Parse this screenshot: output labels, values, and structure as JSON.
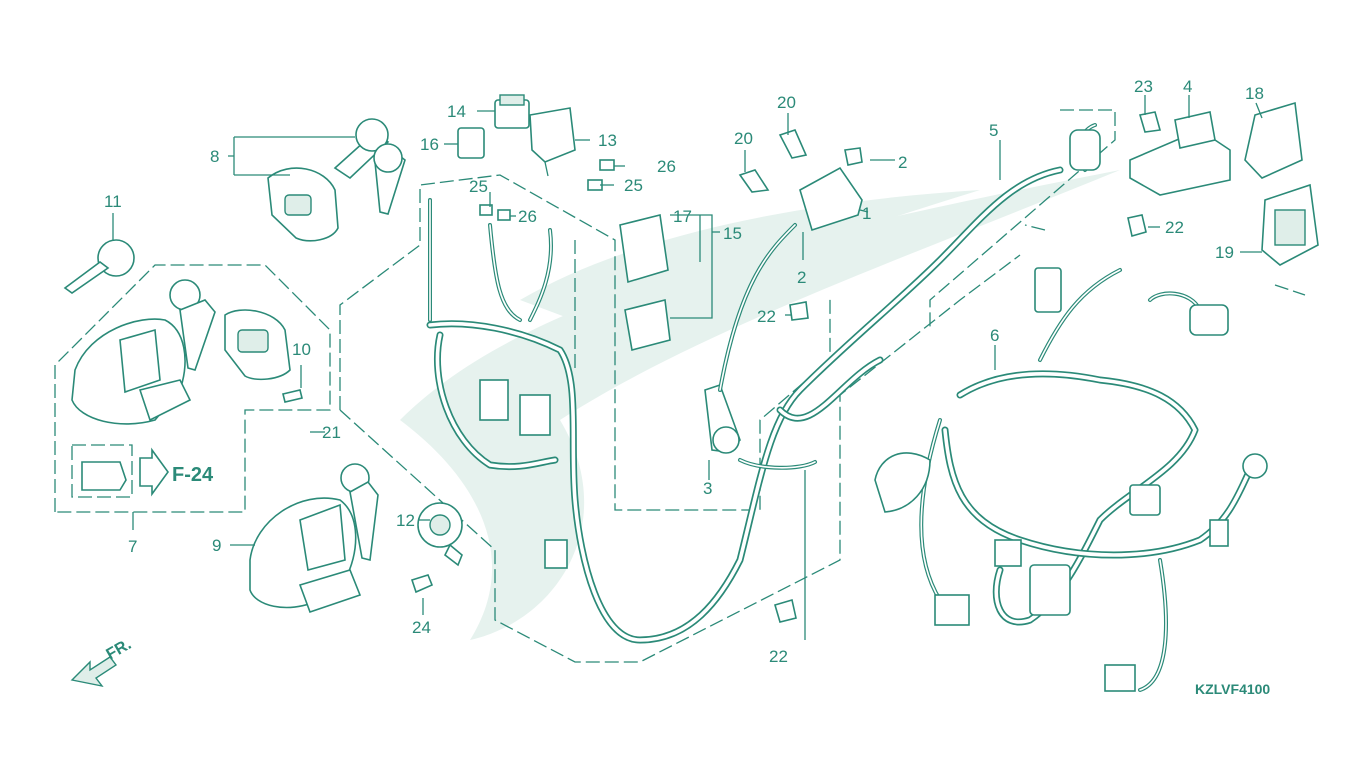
{
  "diagram": {
    "drawing_code": "KZLVF4100",
    "reference_page": "F-24",
    "direction_label": "FR.",
    "part_callouts": [
      "1",
      "2",
      "3",
      "4",
      "5",
      "6",
      "7",
      "8",
      "9",
      "10",
      "11",
      "12",
      "13",
      "14",
      "15",
      "16",
      "17",
      "18",
      "19",
      "20",
      "21",
      "22",
      "23",
      "24",
      "25",
      "26"
    ],
    "line_color": "#2b8a78",
    "watermark_color": "#e6f2ee"
  }
}
